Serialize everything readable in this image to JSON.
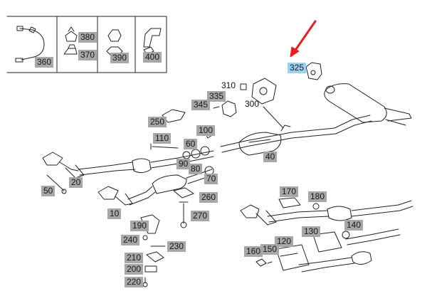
{
  "labels": {
    "l360": "360",
    "l380": "380",
    "l370": "370",
    "l390": "390",
    "l400": "400",
    "l325": "325",
    "l335": "335",
    "l345": "345",
    "l250": "250",
    "l110": "110",
    "l100": "100",
    "l60": "60",
    "l90": "90",
    "l80": "80",
    "l70": "70",
    "l40": "40",
    "l50": "50",
    "l20": "20",
    "l10": "10",
    "l260": "260",
    "l270": "270",
    "l190": "190",
    "l240": "240",
    "l230": "230",
    "l210": "210",
    "l200": "200",
    "l220": "220",
    "l170": "170",
    "l180": "180",
    "l140": "140",
    "l130": "130",
    "l120": "120",
    "l160": "160",
    "l150": "150"
  },
  "plain_labels": {
    "p310": "310",
    "p300": "300"
  },
  "highlight": {
    "part": "325",
    "color": "#9cd1f0",
    "arrow_color": "#e62020"
  },
  "colors": {
    "label_bg": "#a7a7a7",
    "line": "#222222"
  }
}
